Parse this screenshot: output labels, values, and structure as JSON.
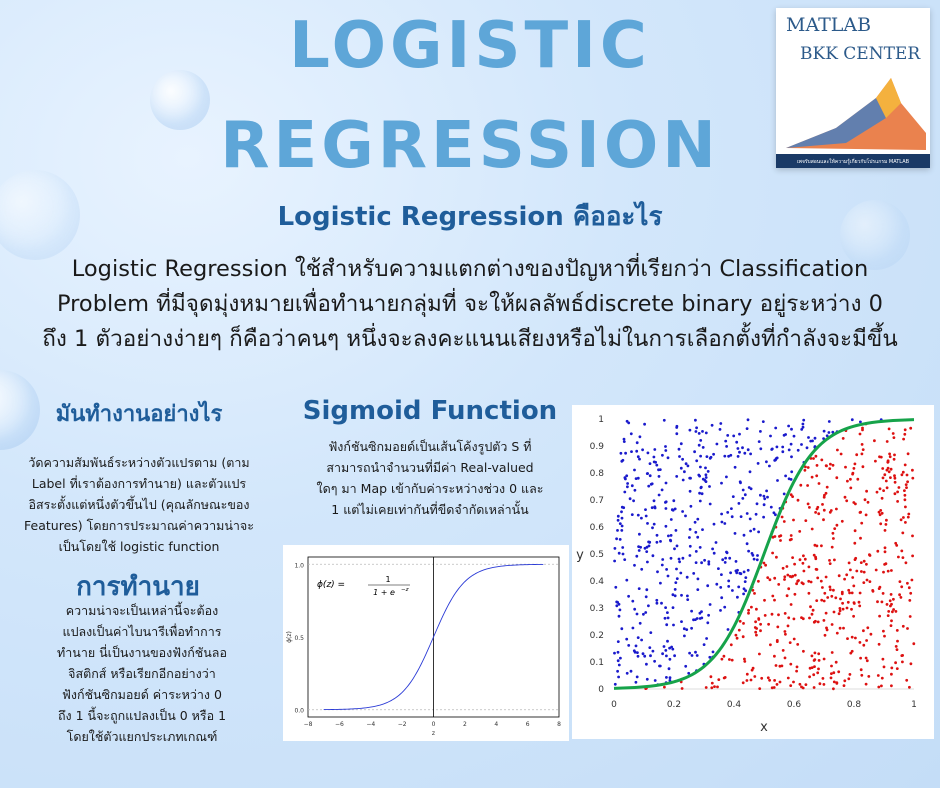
{
  "header": {
    "title_line1": "LOGISTIC",
    "title_line2": "REGRESSION",
    "subtitle": "Logistic Regression คืออะไร",
    "intro_line1": "Logistic Regression ใช้สำหรับความแตกต่างของปัญหาที่เรียกว่า Classification",
    "intro_line2": "Problem ที่มีจุดมุ่งหมายเพื่อทำนายกลุ่มที่ จะให้ผลลัพธ์discrete binary อยู่ระหว่าง 0",
    "intro_line3": "ถึง 1 ตัวอย่างง่ายๆ ก็คือว่าคนๆ หนึ่งจะลงคะแนนเสียงหรือไม่ในการเลือกตั้งที่กำลังจะมีขึ้น"
  },
  "logo": {
    "line1": "MATLAB",
    "line2": "BKK CENTER",
    "tagline": "เพจรับสอนและให้ความรู้เกี่ยวกับโปรแกรม MATLAB"
  },
  "how_it_works": {
    "heading": "มันทำงานอย่างไร",
    "lines": [
      "วัดความสัมพันธ์ระหว่างตัวแปรตาม (ตาม",
      "Label ที่เราต้องการทำนาย) และตัวแปร",
      "อิสระตั้งแต่หนึ่งตัวขึ้นไป (คุณลักษณะของ",
      "Features) โดยการประมาณค่าความน่าจะ",
      "เป็นโดยใช้ logistic function"
    ]
  },
  "prediction": {
    "heading": "การทำนาย",
    "lines": [
      "ความน่าจะเป็นเหล่านี้จะต้อง",
      "แปลงเป็นค่าไบนารีเพื่อทำการ",
      "ทำนาย นี่เป็นงานของฟังก์ชันลอ",
      "จิสติกส์ หรือเรียกอีกอย่างว่า",
      "ฟังก์ชันซิกมอยด์ ค่าระหว่าง 0",
      "ถึง 1 นี้จะถูกแปลงเป็น 0 หรือ 1",
      "โดยใช้ตัวแยกประเภทเกณฑ์"
    ]
  },
  "sigmoid": {
    "heading": "Sigmoid Function",
    "lines": [
      "ฟังก์ชันซิกมอยด์เป็นเส้นโค้งรูปตัว S ที่",
      "สามารถนำจำนวนที่มีค่า Real-valued",
      "ใดๆ มา Map เข้ากับค่าระหว่างช่วง 0 และ",
      "1 แต่ไม่เคยเท่ากันที่ขีดจำกัดเหล่านั้น"
    ]
  },
  "chart_data": [
    {
      "type": "line",
      "formula_lhs": "ϕ(z) =",
      "formula_num": "1",
      "formula_den": "1 + e",
      "formula_exp": "−z",
      "xlabel": "z",
      "ylabel": "ϕ(z)",
      "xlim": [
        -8,
        8
      ],
      "ylim": [
        -0.05,
        1.05
      ],
      "xticks": [
        "−8",
        "−6",
        "−4",
        "−2",
        "0",
        "2",
        "4",
        "6",
        "8"
      ],
      "yticks": [
        "0.0",
        "0.5",
        "1.0"
      ],
      "series": [
        {
          "function": "sigmoid",
          "x_range": [
            -7,
            7
          ]
        }
      ],
      "line_color": "#2b3bd6"
    },
    {
      "type": "scatter",
      "xlabel": "x",
      "ylabel": "y",
      "xlim": [
        0,
        1
      ],
      "ylim": [
        0,
        1
      ],
      "xticks": [
        "0",
        "0.2",
        "0.4",
        "0.6",
        "0.8",
        "1"
      ],
      "yticks": [
        "0",
        "0.1",
        "0.2",
        "0.3",
        "0.4",
        "0.5",
        "0.6",
        "0.7",
        "0.8",
        "0.9",
        "1"
      ],
      "point_count": 1000,
      "boundary_curve": "sigmoid centered at x=0.5",
      "class_colors": {
        "class0": "#1a1acc",
        "class1": "#dd1111",
        "boundary": "#16a34a"
      }
    }
  ]
}
